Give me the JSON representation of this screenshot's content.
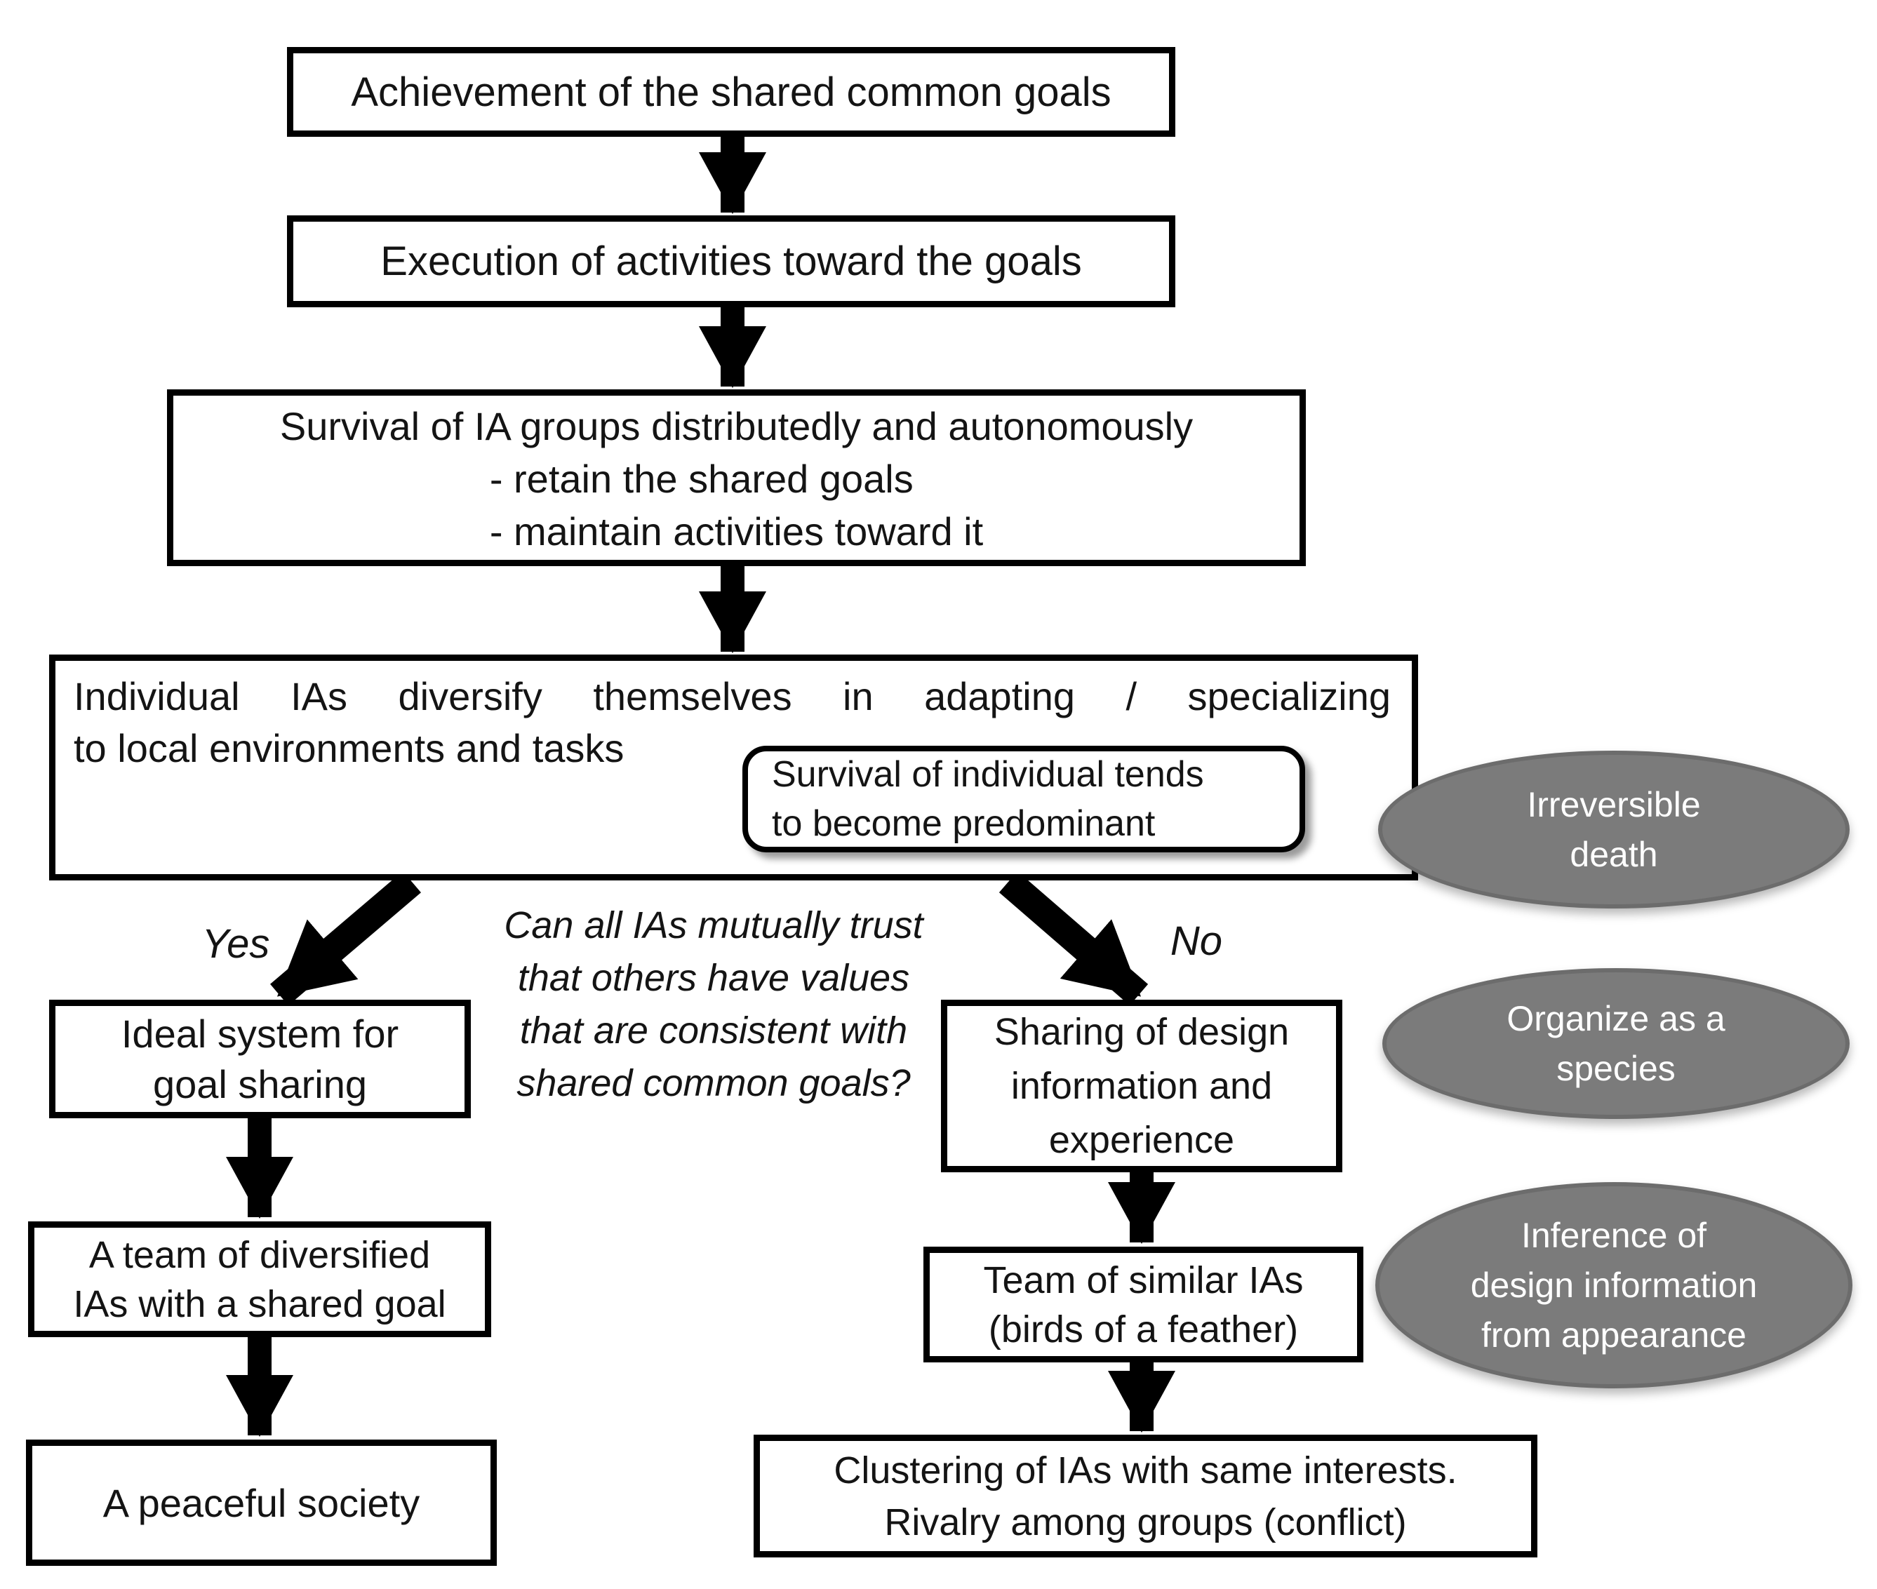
{
  "flowchart": {
    "box_achievement": "Achievement of the shared common goals",
    "box_execution": "Execution of activities toward the goals",
    "box_survival_groups": {
      "heading": "Survival of IA groups distributedly and autonomously",
      "bullets": "-  retain the shared goals\n-  maintain activities toward it"
    },
    "box_diversify": {
      "line1": "Individual IAs diversify themselves in adapting / specializing",
      "line2": "to local environments and tasks"
    },
    "callout_survival_individual": "Survival of individual tends\nto become predominant",
    "question": "Can all IAs mutually trust\nthat others have values\nthat are consistent with\nshared common goals?",
    "label_yes": "Yes",
    "label_no": "No",
    "box_ideal_system": "Ideal system for\ngoal sharing",
    "box_sharing_design": "Sharing of design\ninformation and\nexperience",
    "box_team_diversified": "A team of diversified\nIAs with a shared goal",
    "box_peaceful_society": "A peaceful society",
    "box_team_similar": "Team of similar IAs\n(birds of a feather)",
    "box_clustering": "Clustering of IAs with same interests.\nRivalry among groups (conflict)",
    "ellipse_irreversible_death": "Irreversible\ndeath",
    "ellipse_organize_species": "Organize as a\nspecies",
    "ellipse_inference": "Inference of\ndesign information\nfrom appearance",
    "colors": {
      "background": "#ffffff",
      "box_fill": "#ffffff",
      "box_border": "#000000",
      "text": "#141414",
      "arrow": "#000000",
      "ellipse_fill": "#7b7b7b",
      "ellipse_border": "#6c6c6c",
      "ellipse_text": "#ffffff"
    }
  }
}
